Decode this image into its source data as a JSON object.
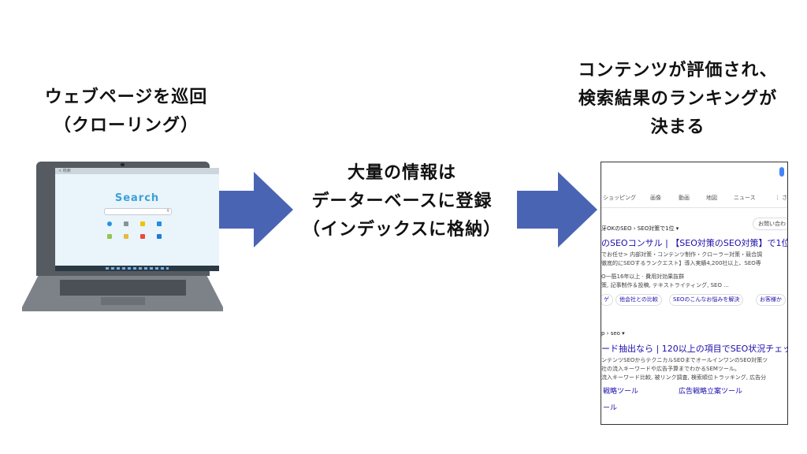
{
  "steps": [
    {
      "lines": [
        "ウェブページを巡回",
        "（クローリング）"
      ]
    },
    {
      "lines": [
        "大量の情報は",
        "データーベースに登録",
        "（インデックスに格納）"
      ]
    },
    {
      "lines": [
        "コンテンツが評価され、",
        "検索結果のランキングが",
        "決まる"
      ]
    }
  ],
  "laptop": {
    "browser_url": "< 検索",
    "search_word": "Search"
  },
  "serp": {
    "tabs": [
      "ショッピング",
      "画像",
      "動画",
      "地図",
      "ニュース",
      "⋮ さ"
    ],
    "result1": {
      "breadcrumb": "牙OKのSEO › SEO対策で1位 ▾",
      "contact_button": "お問い合わ",
      "title": "のSEOコンサル | 【SEO対策のSEO対策】で1位",
      "snippet": [
        "でお任せ> 内部対策・コンテンツ制作・クローラー対策・競合調",
        "徹底的にSEOするランクエスト】導入実績4,200社以上、SEO専",
        "O一筋16年以上 · 費用対効果抜群",
        "策, 記事制作＆投稿, テキストライティング, SEO ..."
      ],
      "chips": [
        "ゲ",
        "他会社との比較",
        "SEOのこんなお悩みを解決",
        "お客様か"
      ]
    },
    "result2": {
      "breadcrumb": "p › seo ▾",
      "title": "ード抽出なら | 120以上の項目でSEO状況チェック",
      "snippet": [
        "ンテンツSEOからテクニカルSEOまでオールインワンのSEO対策ツ",
        "社の流入キーワードや広告予算までわかるSEMツール。",
        "流入キーワード比較, 被リンク調査, 検索順位トラッキング, 広告分"
      ],
      "sitelinks": [
        "戦略ツール",
        "広告戦略立案ツール",
        "ール"
      ]
    }
  },
  "colors": {
    "arrow": "#4a64b4",
    "search_word": "#3aa0d8",
    "link": "#1a0dab"
  }
}
